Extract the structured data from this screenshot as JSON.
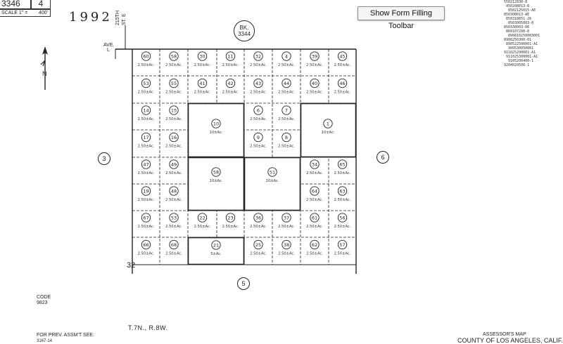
{
  "header": {
    "map_number": "3346",
    "page_number": "4",
    "scale_label": "SCALE 1\" =",
    "scale_value": "400'",
    "year": "1992",
    "street_top": "215TH",
    "street_bottom": "ST. E",
    "ave_label": "AVE.",
    "ave_letter": "L",
    "north_label": "N",
    "book_label": "BK.",
    "book_number": "3344"
  },
  "toolbar": {
    "button_label": "Show Form Filling Toolbar"
  },
  "adjacent_maps": {
    "west": "3",
    "east": "6",
    "south": "5"
  },
  "corner_number": "32",
  "change_log": [
    "550212830-8",
    "450208013-8",
    "8502125015-AE",
    "850308013-AE",
    "850318851-26",
    "8503005003-8",
    "850330003-06",
    "860107208-8",
    "890810250003001",
    "8908250300-01",
    "890522500001-A1",
    "900530050001",
    "911025200001-A1",
    "911025300001-A1",
    "9105200400-1",
    "9204020500-1"
  ],
  "parcels": [
    {
      "num": "60",
      "area": "2.50±Ac."
    },
    {
      "num": "58",
      "area": "2.50±Ac."
    },
    {
      "num": "30",
      "area": "2.50±Ac."
    },
    {
      "num": "11",
      "area": "2.50±Ac."
    },
    {
      "num": "32",
      "area": "2.50±Ac."
    },
    {
      "num": "4",
      "area": "2.50±Ac."
    },
    {
      "num": "39",
      "area": "2.50±Ac."
    },
    {
      "num": "45",
      "area": "2.50±Ac."
    },
    {
      "num": "53",
      "area": "2.50±Ac."
    },
    {
      "num": "55",
      "area": "2.50±Ac."
    },
    {
      "num": "41",
      "area": "2.50±Ac."
    },
    {
      "num": "42",
      "area": "2.50±Ac."
    },
    {
      "num": "43",
      "area": "2.50±Ac."
    },
    {
      "num": "44",
      "area": "2.50±Ac."
    },
    {
      "num": "40",
      "area": "2.50±Ac."
    },
    {
      "num": "46",
      "area": "2.50±Ac."
    },
    {
      "num": "14",
      "area": "2.50±Ac."
    },
    {
      "num": "15",
      "area": "2.50±Ac."
    },
    {
      "num": "10",
      "area": "10±Ac."
    },
    {
      "num": "6",
      "area": "2.50±Ac."
    },
    {
      "num": "7",
      "area": "2.50±Ac."
    },
    {
      "num": "1",
      "area": "10±Ac."
    },
    {
      "num": "17",
      "area": "2.50±Ac."
    },
    {
      "num": "16",
      "area": "2.50±Ac."
    },
    {
      "num": "9",
      "area": "2.50±Ac."
    },
    {
      "num": "8",
      "area": "2.50±Ac."
    },
    {
      "num": "47",
      "area": "2.50±Ac."
    },
    {
      "num": "49",
      "area": "2.50±Ac."
    },
    {
      "num": "58",
      "area": "10±Ac."
    },
    {
      "num": "51",
      "area": "10±Ac."
    },
    {
      "num": "34",
      "area": "2.50±Ac."
    },
    {
      "num": "65",
      "area": "2.50±Ac."
    },
    {
      "num": "19",
      "area": "2.50±Ac."
    },
    {
      "num": "48",
      "area": "2.50±Ac."
    },
    {
      "num": "64",
      "area": "2.50±Ac."
    },
    {
      "num": "63",
      "area": "2.50±Ac."
    },
    {
      "num": "67",
      "area": "2.50±Ac."
    },
    {
      "num": "53",
      "area": "2.50±Ac."
    },
    {
      "num": "22",
      "area": "2.50±Ac."
    },
    {
      "num": "23",
      "area": "2.50±Ac."
    },
    {
      "num": "36",
      "area": "2.50±Ac."
    },
    {
      "num": "37",
      "area": "2.50±Ac."
    },
    {
      "num": "61",
      "area": "2.50±Ac."
    },
    {
      "num": "56",
      "area": "2.50±Ac."
    },
    {
      "num": "66",
      "area": "2.50±Ac."
    },
    {
      "num": "68",
      "area": "2.50±Ac."
    },
    {
      "num": "21",
      "area": "5±Ac."
    },
    {
      "num": "25",
      "area": "2.50±Ac."
    },
    {
      "num": "38",
      "area": "2.50±Ac."
    },
    {
      "num": "62",
      "area": "2.50±Ac."
    },
    {
      "num": "57",
      "area": "2.50±Ac."
    }
  ],
  "footer": {
    "code_label": "CODE",
    "code_value": "9823",
    "prev_label": "FOR PREV. ASSM'T SEE:",
    "prev_value": "3167-14",
    "township": "T.7N., R.8W.",
    "map_title": "ASSESSOR'S MAP",
    "county": "COUNTY OF LOS ANGELES, CALIF."
  }
}
